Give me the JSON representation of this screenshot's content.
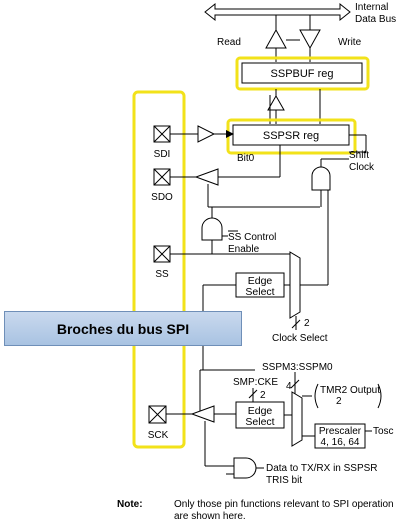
{
  "labels": {
    "internal_data_bus": [
      "Internal",
      "Data Bus"
    ],
    "read": "Read",
    "write": "Write",
    "sspbuf": "SSPBUF reg",
    "sspsr": "SSPSR reg",
    "bit0": "Bit0",
    "shift_clock": [
      "Shift",
      "Clock"
    ],
    "ss_control_enable": [
      "SS Control",
      "Enable"
    ],
    "edge_select": [
      "Edge",
      "Select"
    ],
    "clock_select": "Clock Select",
    "num_2": "2",
    "num_4": "4",
    "sspm": "SSPM3:SSPM0",
    "smp_cke": "SMP:CKE",
    "tmr2_output": "TMR2 Output",
    "prescaler": [
      "Prescaler",
      "4, 16, 64"
    ],
    "tosc": "Tosc",
    "data_to_tx": "Data to TX/RX in SSPSR",
    "tris_bit": "TRIS bit",
    "pins": {
      "sdi": "SDI",
      "sdo": "SDO",
      "ss": "SS",
      "sck": "SCK"
    }
  },
  "banner": "Broches du bus SPI",
  "note": {
    "label": "Note:",
    "text": "Only those pin functions relevant to SPI operation are shown here."
  },
  "colors": {
    "highlight": "#f2e21a",
    "banner": "#b8cde8"
  }
}
